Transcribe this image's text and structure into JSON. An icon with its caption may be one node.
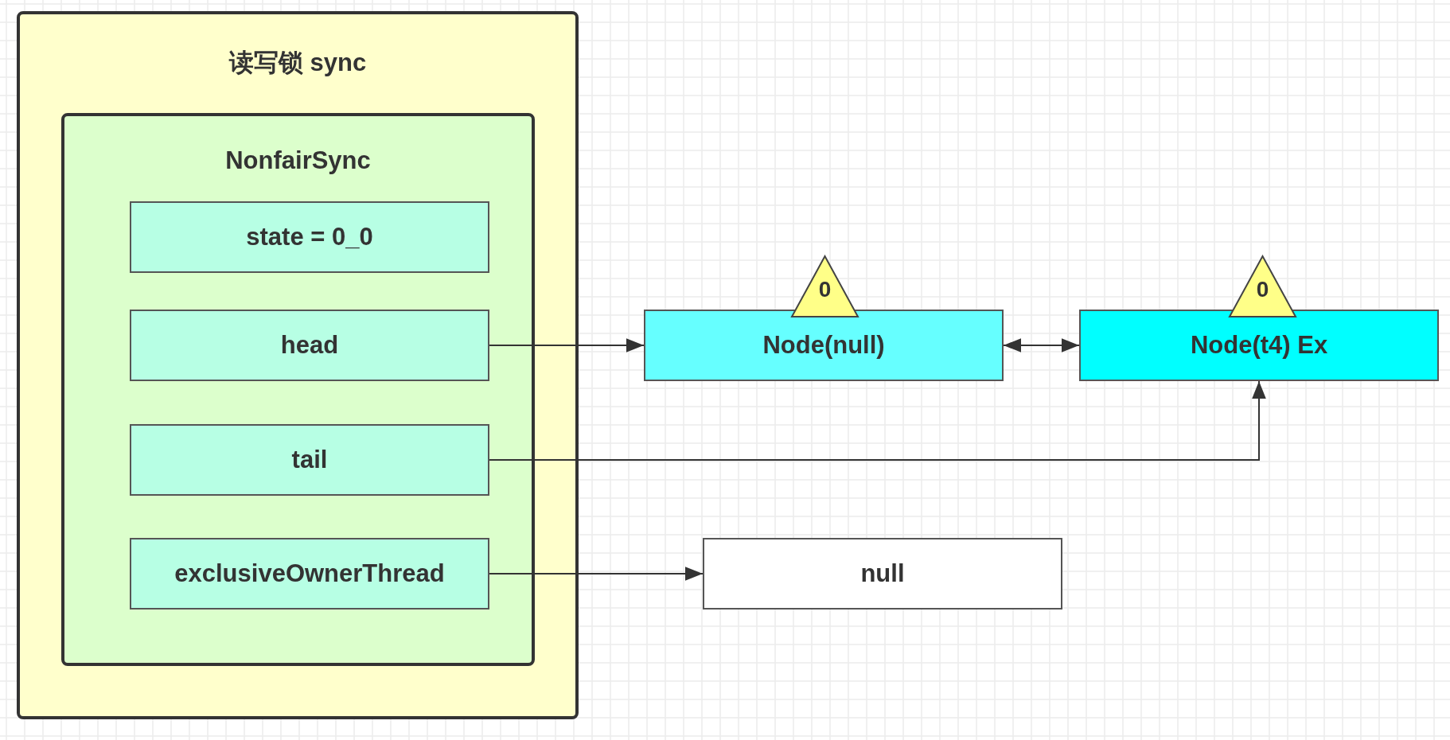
{
  "diagram": {
    "nodes": [
      {
        "text": [
          "读写锁 sync"
        ]
      },
      {
        "text": [
          "NonfairSync"
        ],
        "in": 0
      },
      {
        "text": [
          "state = 0_0"
        ],
        "in": 1
      },
      {
        "text": [
          "head"
        ],
        "in": 1
      },
      {
        "text": [
          "tail"
        ],
        "in": 1
      },
      {
        "text": [
          "exclusiveOwnerThread"
        ],
        "in": 1
      },
      {
        "text": [
          "0"
        ]
      },
      {
        "text": [
          "Node(null)"
        ]
      },
      {
        "text": [
          "0"
        ]
      },
      {
        "text": [
          "Node(t4) Ex"
        ]
      },
      {
        "text": [
          "null"
        ]
      }
    ],
    "edges": [
      {
        "from": 3,
        "to": 7,
        "arrow": "to"
      },
      {
        "from": 7,
        "to": 9,
        "arrow": "both"
      },
      {
        "from": 4,
        "to": 9,
        "arrow": "to"
      },
      {
        "from": 5,
        "to": 10,
        "arrow": "to"
      }
    ]
  }
}
